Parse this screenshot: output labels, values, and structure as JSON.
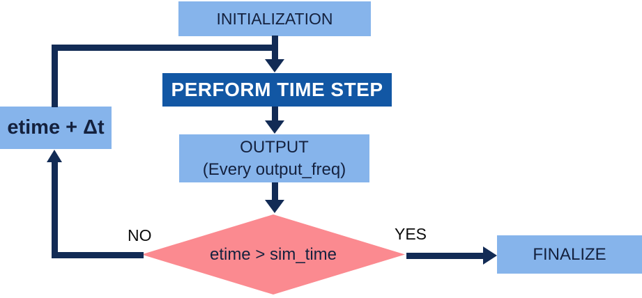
{
  "colors": {
    "canvas_bg": "#ffffff",
    "node_fill_light": "#86b4eb",
    "node_fill_dark": "#1257a4",
    "decision_fill": "#fb8a90",
    "arrow": "#122b55",
    "node_text": "#14213e",
    "dark_node_text": "#ffffff",
    "branch_label_text": "#0b0b0b"
  },
  "flowchart": {
    "nodes": {
      "initialization": {
        "label": "INITIALIZATION"
      },
      "perform_time_step": {
        "label": "PERFORM TIME STEP"
      },
      "output": {
        "label": "OUTPUT",
        "sublabel": "(Every output_freq)"
      },
      "etime_increment": {
        "label": "etime + Δt"
      },
      "decision": {
        "label": "etime > sim_time"
      },
      "finalize": {
        "label": "FINALIZE"
      }
    },
    "branch_labels": {
      "no": "NO",
      "yes": "YES"
    }
  }
}
